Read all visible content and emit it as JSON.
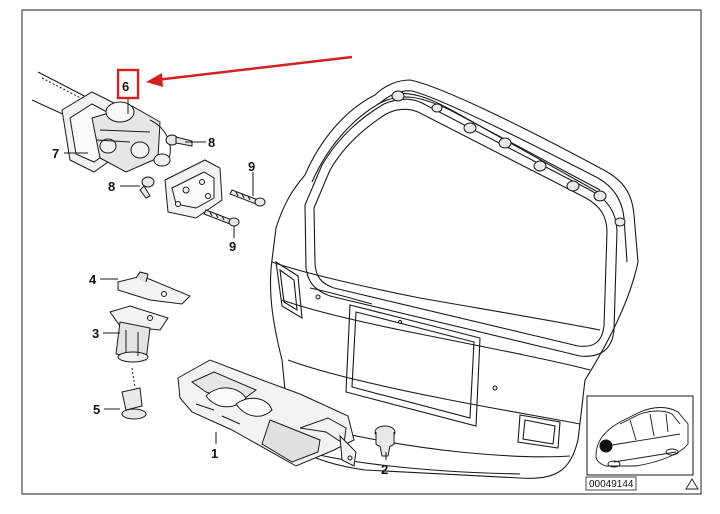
{
  "callouts": {
    "c1": "1",
    "c2": "2",
    "c3": "3",
    "c4": "4",
    "c5": "5",
    "c6": "6",
    "c7": "7",
    "c8a": "8",
    "c8b": "8",
    "c9a": "9",
    "c9b": "9"
  },
  "reference_number": "00049144",
  "warning_symbol": "triangle-icon",
  "colors": {
    "highlight": "#d62020",
    "line": "#1a1a1a",
    "part_fill": "#f2f2f2"
  }
}
